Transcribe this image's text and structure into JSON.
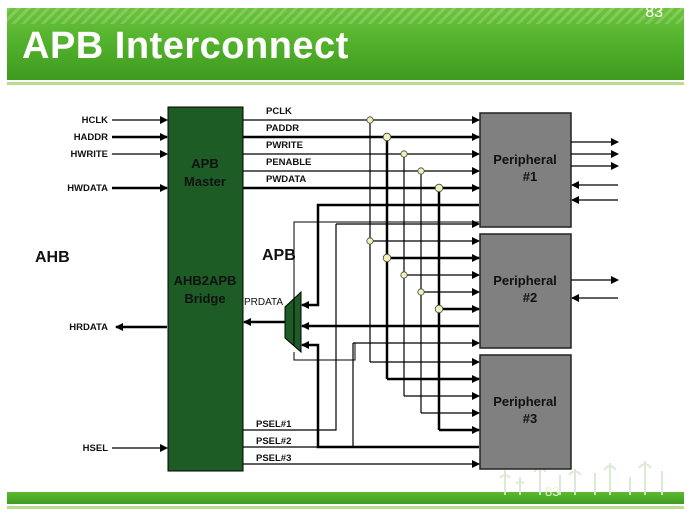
{
  "title": "APB Interconnect",
  "page_number": "83",
  "ahb_label": "AHB",
  "apb_label": "APB",
  "bridge": {
    "line1": "APB",
    "line2": "Master",
    "line3": "AHB2APB",
    "line4": "Bridge"
  },
  "ahb_signals": [
    "HCLK",
    "HADDR",
    "HWRITE",
    "HWDATA",
    "HRDATA",
    "HSEL"
  ],
  "apb_signals": [
    "PCLK",
    "PADDR",
    "PWRITE",
    "PENABLE",
    "PWDATA"
  ],
  "prdata_label": "PRDATA",
  "psel_signals": [
    "PSEL#1",
    "PSEL#2",
    "PSEL#3"
  ],
  "peripherals": [
    {
      "line1": "Peripheral",
      "line2": "#1"
    },
    {
      "line1": "Peripheral",
      "line2": "#2"
    },
    {
      "line1": "Peripheral",
      "line2": "#3"
    }
  ],
  "colors": {
    "header_green": "#4fae2a",
    "bridge_green": "#1e5c26",
    "peripheral_gray": "#808080"
  }
}
